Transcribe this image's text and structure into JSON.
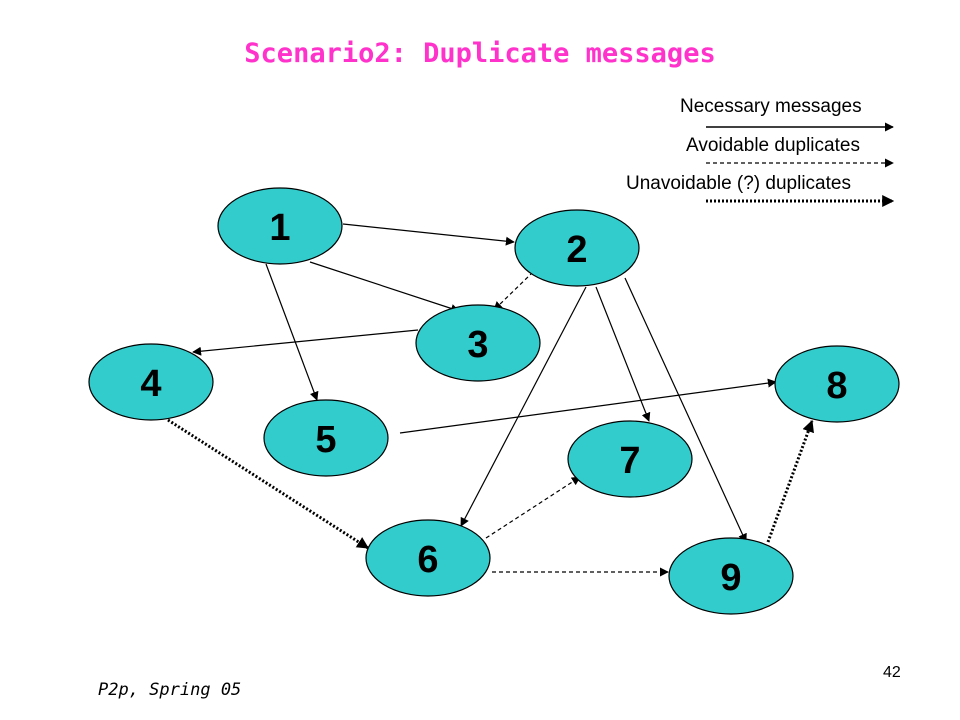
{
  "title": "Scenario2: Duplicate messages",
  "legend": {
    "necessary": "Necessary messages",
    "avoidable": "Avoidable duplicates",
    "unavoidable": "Unavoidable (?) duplicates"
  },
  "nodes": {
    "n1": "1",
    "n2": "2",
    "n3": "3",
    "n4": "4",
    "n5": "5",
    "n6": "6",
    "n7": "7",
    "n8": "8",
    "n9": "9"
  },
  "colors": {
    "node_fill": "#33cccc",
    "title": "#ff33cc"
  },
  "footer": "P2p, Spring 05",
  "page_number": "42"
}
